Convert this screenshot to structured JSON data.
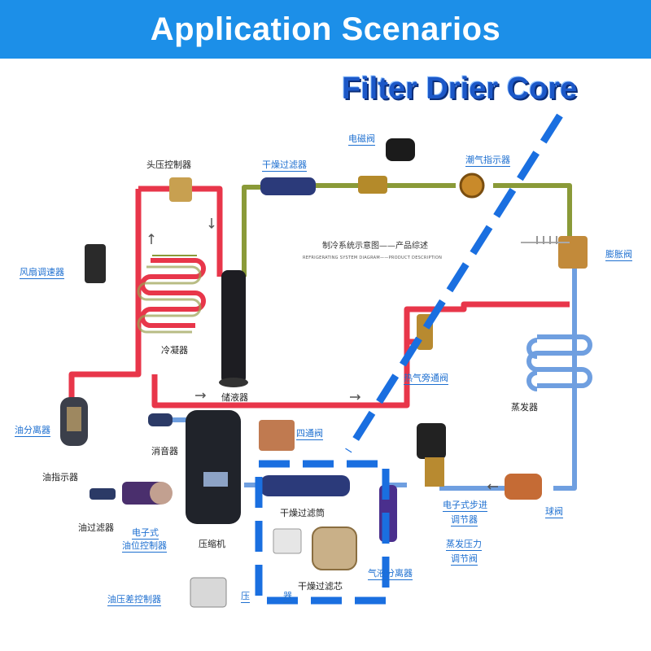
{
  "header": {
    "title": "Application Scenarios"
  },
  "callout": {
    "title": "Filter Drier Core"
  },
  "diagram": {
    "center_title": "制冷系统示意图——产品综述",
    "center_subtitle": "REFRIGERATING SYSTEM DIAGRAM——PRODUCT DESCRIPTION",
    "labels": {
      "head_pressure_controller": "头压控制器",
      "dry_filter_top": "干燥过滤器",
      "solenoid_valve": "电磁阀",
      "moisture_indicator": "潮气指示器",
      "fan_speed_controller": "风扇调速器",
      "expansion_valve": "膨胀阀",
      "condenser": "冷凝器",
      "receiver": "储液器",
      "hot_gas_bypass": "热气旁通阀",
      "evaporator": "蒸发器",
      "oil_separator": "油分离器",
      "four_way_valve": "四通阀",
      "muffler": "消音器",
      "oil_sight_glass": "油指示器",
      "dry_filter_shell": "干燥过滤筒",
      "electronic_expansion_1": "电子式步进",
      "electronic_expansion_2": "调节器",
      "ball_valve": "球阀",
      "oil_filter": "油过滤器",
      "oil_level_controller_1": "电子式",
      "oil_level_controller_2": "油位控制器",
      "compressor": "压缩机",
      "evap_pressure_reg_1": "蒸发压力",
      "evap_pressure_reg_2": "调节阀",
      "gas_liquid_separator": "气液分离器",
      "dry_filter_core": "干燥过滤芯",
      "oil_pressure_diff_controller": "油压差控制器",
      "pressure_partial": "压",
      "filter_partial": "器"
    }
  },
  "colors": {
    "banner": "#1c8fe8",
    "hot_line": "#e8364a",
    "cold_line": "#6f9fe0",
    "liquid_line": "#8a9a38",
    "callout_dash": "#1a6fe0"
  }
}
